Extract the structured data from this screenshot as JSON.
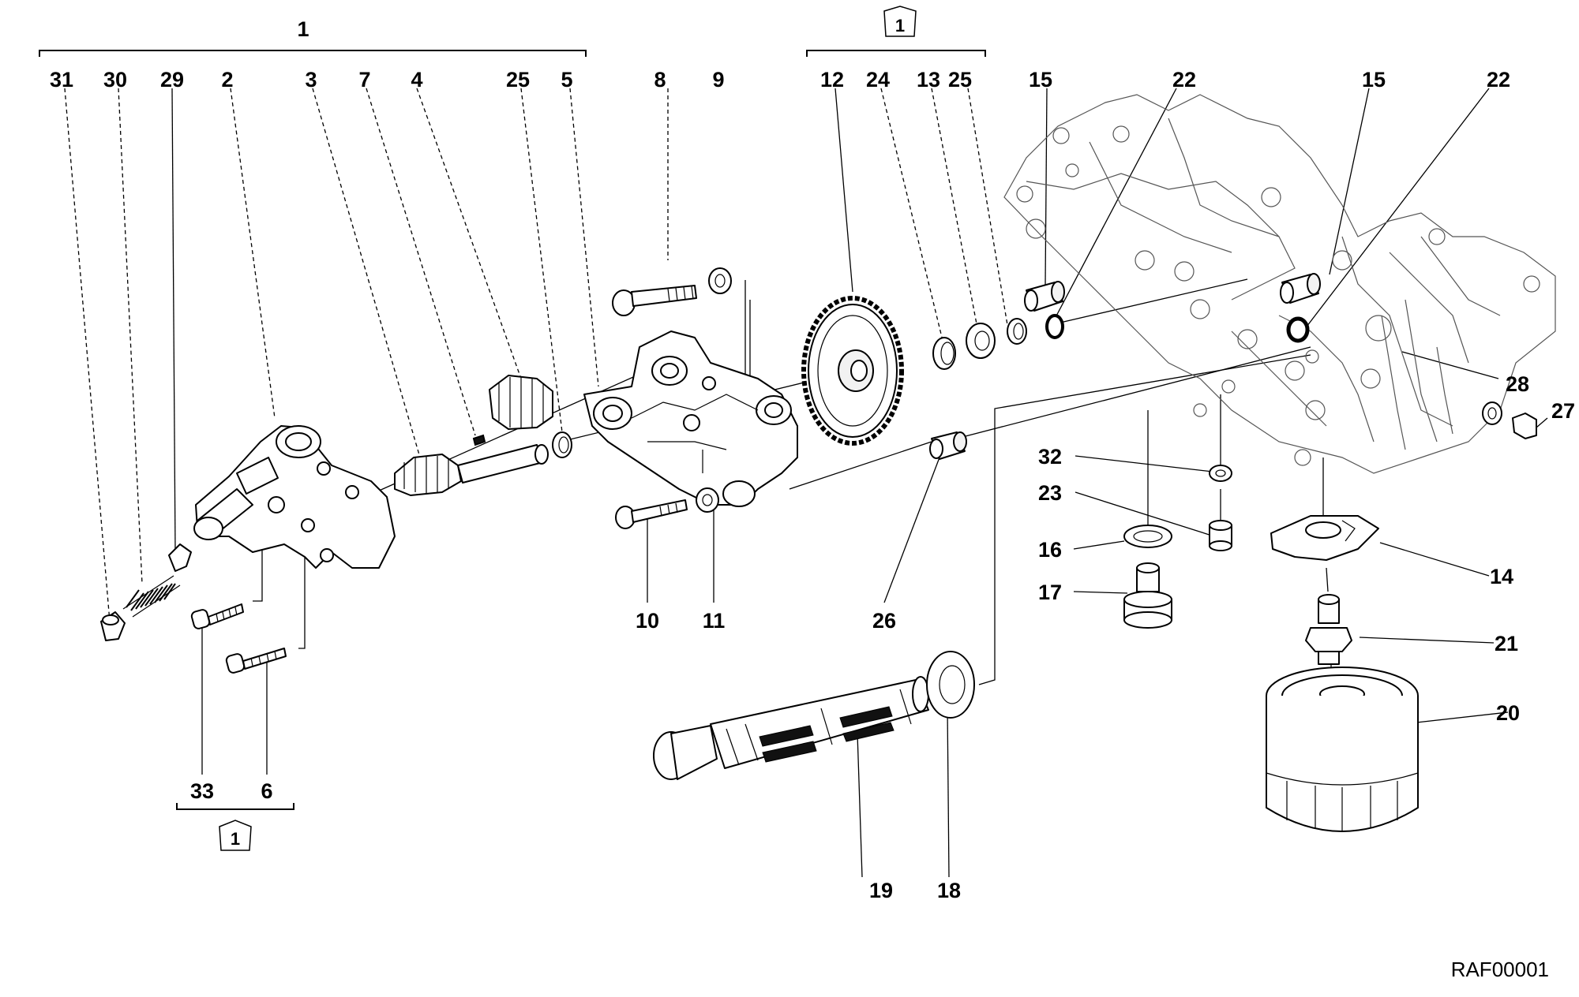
{
  "diagram_code": "RAF00001",
  "group_labels": [
    {
      "id": "g1",
      "text": "1"
    },
    {
      "id": "g2",
      "text": "1"
    },
    {
      "id": "g3",
      "text": "1"
    }
  ],
  "callouts": [
    {
      "id": "c31",
      "text": "31"
    },
    {
      "id": "c30",
      "text": "30"
    },
    {
      "id": "c29",
      "text": "29"
    },
    {
      "id": "c2",
      "text": "2"
    },
    {
      "id": "c3",
      "text": "3"
    },
    {
      "id": "c7",
      "text": "7"
    },
    {
      "id": "c4",
      "text": "4"
    },
    {
      "id": "c25a",
      "text": "25"
    },
    {
      "id": "c5",
      "text": "5"
    },
    {
      "id": "c8",
      "text": "8"
    },
    {
      "id": "c9",
      "text": "9"
    },
    {
      "id": "c12",
      "text": "12"
    },
    {
      "id": "c24",
      "text": "24"
    },
    {
      "id": "c13",
      "text": "13"
    },
    {
      "id": "c25b",
      "text": "25"
    },
    {
      "id": "c15a",
      "text": "15"
    },
    {
      "id": "c22a",
      "text": "22"
    },
    {
      "id": "c15b",
      "text": "15"
    },
    {
      "id": "c22b",
      "text": "22"
    },
    {
      "id": "c28",
      "text": "28"
    },
    {
      "id": "c27",
      "text": "27"
    },
    {
      "id": "c32",
      "text": "32"
    },
    {
      "id": "c23",
      "text": "23"
    },
    {
      "id": "c16",
      "text": "16"
    },
    {
      "id": "c17",
      "text": "17"
    },
    {
      "id": "c14",
      "text": "14"
    },
    {
      "id": "c21",
      "text": "21"
    },
    {
      "id": "c20",
      "text": "20"
    },
    {
      "id": "c10",
      "text": "10"
    },
    {
      "id": "c11",
      "text": "11"
    },
    {
      "id": "c26",
      "text": "26"
    },
    {
      "id": "c33",
      "text": "33"
    },
    {
      "id": "c6",
      "text": "6"
    },
    {
      "id": "c19",
      "text": "19"
    },
    {
      "id": "c18",
      "text": "18"
    }
  ]
}
